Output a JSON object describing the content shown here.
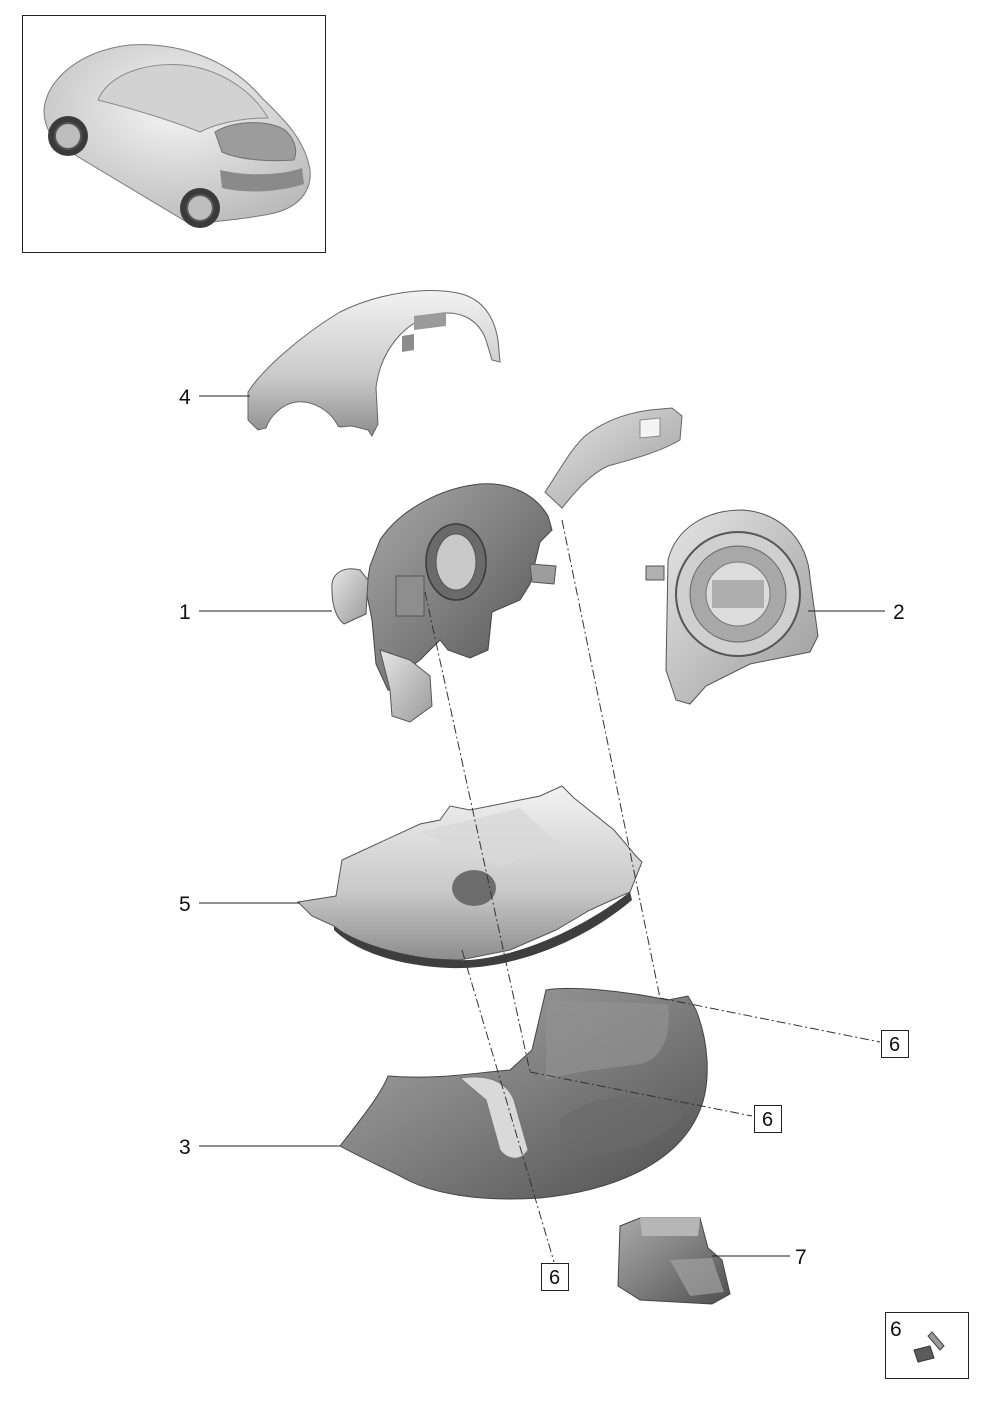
{
  "callouts": [
    {
      "id": "1",
      "text": "1"
    },
    {
      "id": "2",
      "text": "2"
    },
    {
      "id": "3",
      "text": "3"
    },
    {
      "id": "4",
      "text": "4"
    },
    {
      "id": "5",
      "text": "5"
    },
    {
      "id": "7",
      "text": "7"
    }
  ],
  "boxed_refs": [
    "6",
    "6",
    "6"
  ],
  "legend": {
    "number": "6"
  },
  "colors": {
    "part_light": "#e4e4e4",
    "part_mid": "#b7b7b7",
    "part_dark": "#7c7c7c",
    "lines": "#222222"
  }
}
